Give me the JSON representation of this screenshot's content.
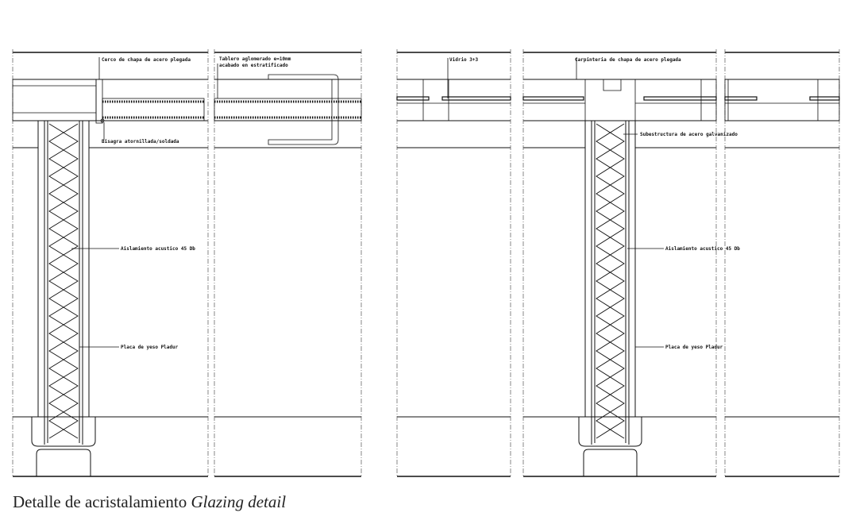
{
  "labels": {
    "left_frame": "Cerco de chapa de acero plegada",
    "left_board_1": "Tablero aglomerado e=10mm",
    "left_board_2": "acabado en estratificado",
    "left_hinge": "Bisagra atornillada/soldada",
    "left_insulation": "Aislamiento acustico 45 Db",
    "left_plaster": "Placa de yeso Pladur",
    "right_glass": "Vidrio 3+3",
    "right_frame": "Carpinteria de chapa de acero plegada",
    "right_substructure": "Subestructura de acero galvanizado",
    "right_insulation": "Aislamiento acustico 45 Db",
    "right_plaster": "Placa de yeso Pladur"
  },
  "caption": {
    "spanish": "Detalle de acristalamiento",
    "english": "Glazing detail"
  },
  "colors": {
    "line": "#111111",
    "dash": "#555555"
  }
}
